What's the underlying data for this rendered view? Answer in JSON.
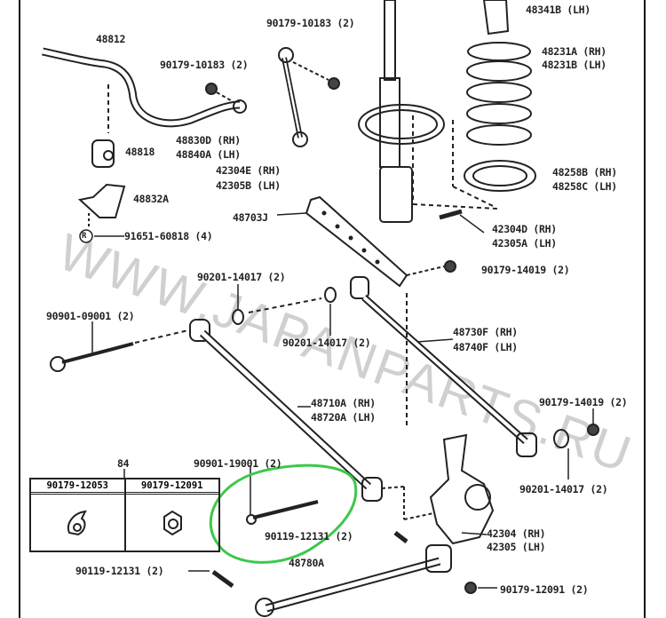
{
  "watermark": "WWW.JAPANPARTS.RU",
  "labels": {
    "stab_bar": "48812",
    "link_nut_top": "90179-10183 (2)",
    "bar_nut": "90179-10183 (2)",
    "link_rh": "48830D (RH)",
    "link_lh": "48840A (LH)",
    "bushing": "48818",
    "bracket_rh": "42304E (RH)",
    "bracket_lh": "42305B (LH)",
    "bracket_clamp": "48832A",
    "clamp_bolt": "91651-60818 (4)",
    "clamp_bolt_marker": "R",
    "arm_48703": "48703J",
    "bump_stop_lh": "48341B (LH)",
    "spring_rh": "48231A (RH)",
    "spring_lh": "48231B (LH)",
    "insulator_rh": "48258B (RH)",
    "insulator_lh": "48258C (LH)",
    "bolt_42304d_rh": "42304D (RH)",
    "bolt_42305a_lh": "42305A (LH)",
    "nut_14019_top": "90179-14019 (2)",
    "washer_top": "90201-14017 (2)",
    "washer_mid": "90201-14017 (2)",
    "bolt_09001": "90901-09001 (2)",
    "strut_rod_rh": "48730F (RH)",
    "strut_rod_lh": "48740F (LH)",
    "lower_arm_rh": "48710A (RH)",
    "lower_arm_lh": "48720A (LH)",
    "nut_14019_right": "90179-14019 (2)",
    "table_ref": "84",
    "bolt_19001": "90901-19001 (2)",
    "bolt_12131_circled": "90119-12131 (2)",
    "washer_right": "90201-14017 (2)",
    "knuckle_rh": "42304 (RH)",
    "knuckle_lh": "42305 (LH)",
    "arm_48780": "48780A",
    "bolt_12131_left": "90119-12131 (2)",
    "nut_12091": "90179-12091 (2)"
  },
  "table": {
    "headers": [
      "90179-12053",
      "90179-12091"
    ]
  },
  "colors": {
    "highlight": "#3cc84a",
    "ink": "#222222"
  }
}
